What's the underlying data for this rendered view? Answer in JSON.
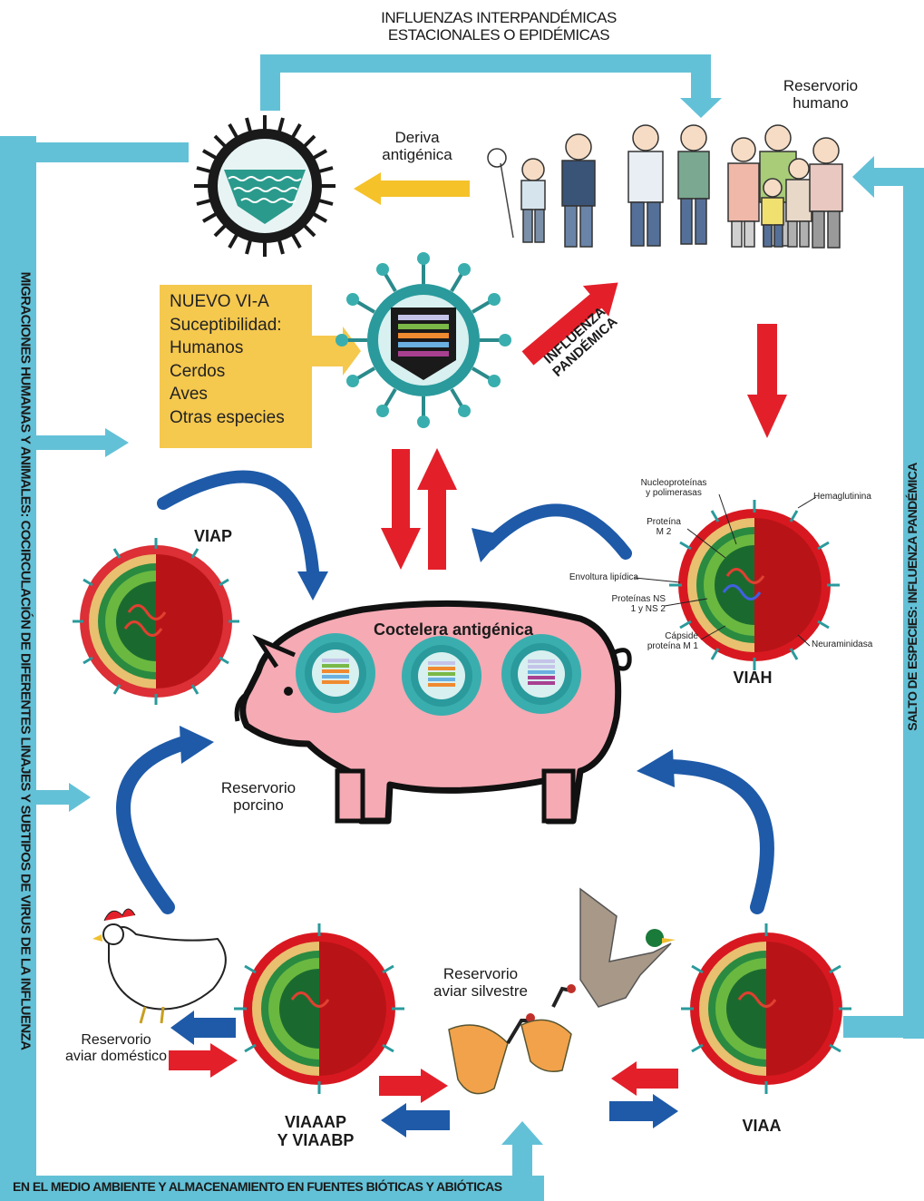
{
  "top_label": {
    "line1": "INFLUENZAS INTERPANDÉMICAS",
    "line2": "ESTACIONALES O EPIDÉMICAS"
  },
  "bottom_label": "EN EL MEDIO AMBIENTE Y ALMACENAMIENTO EN FUENTES BIÓTICAS Y ABIÓTICAS",
  "left_label": "MIGRACIONES HUMANAS Y ANIMALES: COCIRCULACIÓN DE DIFERENTES LINAJES Y SUBTIPOS DE VIRUS DE LA INFLUENZA",
  "right_label": "SALTO DE ESPECIES: INFLUENZA PANDÉMICA",
  "reservoirs": {
    "human": {
      "line1": "Reservorio",
      "line2": "humano"
    },
    "swine": {
      "line1": "Reservorio",
      "line2": "porcino"
    },
    "wild_avian": {
      "line1": "Reservorio",
      "line2": "aviar silvestre"
    },
    "domestic_avian": {
      "line1": "Reservorio",
      "line2": "aviar doméstico"
    }
  },
  "drift": {
    "line1": "Deriva",
    "line2": "antigénica"
  },
  "new_virus_box": [
    "NUEVO VI-A",
    "Suceptibilidad:",
    "Humanos",
    "Cerdos",
    "Aves",
    "Otras especies"
  ],
  "pandemic_arrow": {
    "line1": "INFLUENZA",
    "line2": "PANDÉMICA"
  },
  "mixing_vessel": "Coctelera antigénica",
  "virus_labels": {
    "viap": "VIAP",
    "viah": "VIAH",
    "viaa": "VIAA",
    "viaaap_line1": "VIAAAP",
    "viaaap_line2": "Y VIAABP"
  },
  "virion_parts": {
    "nucleo": {
      "line1": "Nucleoproteínas",
      "line2": "y polimerasas"
    },
    "m2": {
      "line1": "Proteína",
      "line2": "M 2"
    },
    "envelope": "Envoltura lipídica",
    "ns": {
      "line1": "Proteínas NS",
      "line2": "1 y NS 2"
    },
    "capsid": {
      "line1": "Cápside",
      "line2": "proteína M 1"
    },
    "ha": "Hemaglutinina",
    "na": "Neuraminidasa"
  },
  "colors": {
    "cyan_frame": "#63c1d7",
    "red_arrow": "#e3202a",
    "blue_arrow": "#1e5aa8",
    "yellow": "#f5c84e",
    "pig_pink": "#f5aab4",
    "virus_teal": "#2a9a9c"
  }
}
